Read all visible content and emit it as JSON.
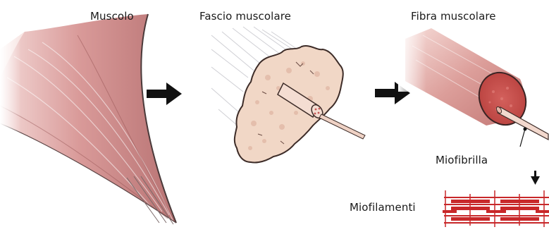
{
  "labels": {
    "muscle": "Muscolo",
    "fascicle": "Fascio muscolare",
    "fiber": "Fibra muscolare",
    "myofibril": "Miofibrilla",
    "myofilaments": "Miofilamenti"
  },
  "colors": {
    "muscle_pink": "#dca1a0",
    "muscle_dark": "#b56d6d",
    "fascicle_fill": "#f0d5c4",
    "fiber_core": "#c4504d",
    "filament_red": "#c8282a",
    "arrow": "#111111"
  },
  "icons": [
    "arrow-right-icon",
    "arrow-down-icon"
  ]
}
